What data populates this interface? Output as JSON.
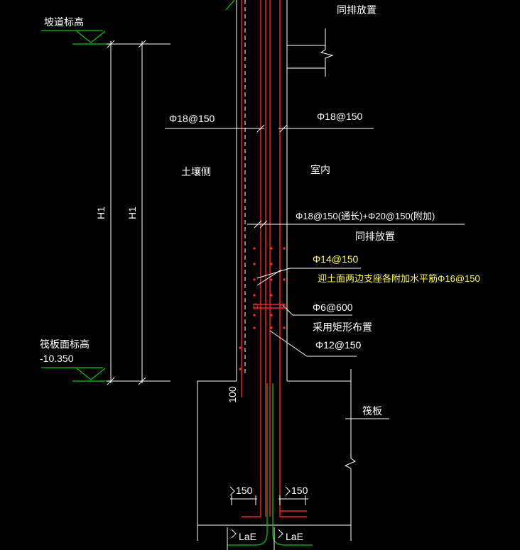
{
  "labels": {
    "ramp_elevation": "坡道标高",
    "same_row_top": "同排放置",
    "rebar_left": "Φ18@150",
    "rebar_right": "Φ18@150",
    "soil_side": "土壤侧",
    "indoor": "室内",
    "h1_outer": "H1",
    "h1_inner": "H1",
    "rebar_mid": "Φ18@150(通长)+Φ20@150(附加)",
    "same_row_mid": "同排放置",
    "rebar_14": "Φ14@150",
    "support_note": "迎土面两边支座各附加水平筋Φ16@150",
    "tie_rebar": "Φ6@600",
    "rect_layout": "采用矩形布置",
    "rebar_12": "Φ12@150",
    "raft_elevation": "筏板面标高",
    "raft_elevation_value": "-10.350",
    "dim_100": "100",
    "raft": "筏板",
    "dim_150_left": "150",
    "dim_150_right": "150",
    "lae_left": "LaE",
    "lae_right": "LaE"
  },
  "colors": {
    "background": "#000000",
    "line": "#ffffff",
    "rebar": "#ff2020",
    "anchor": "#00d000",
    "note": "#ffff33"
  }
}
